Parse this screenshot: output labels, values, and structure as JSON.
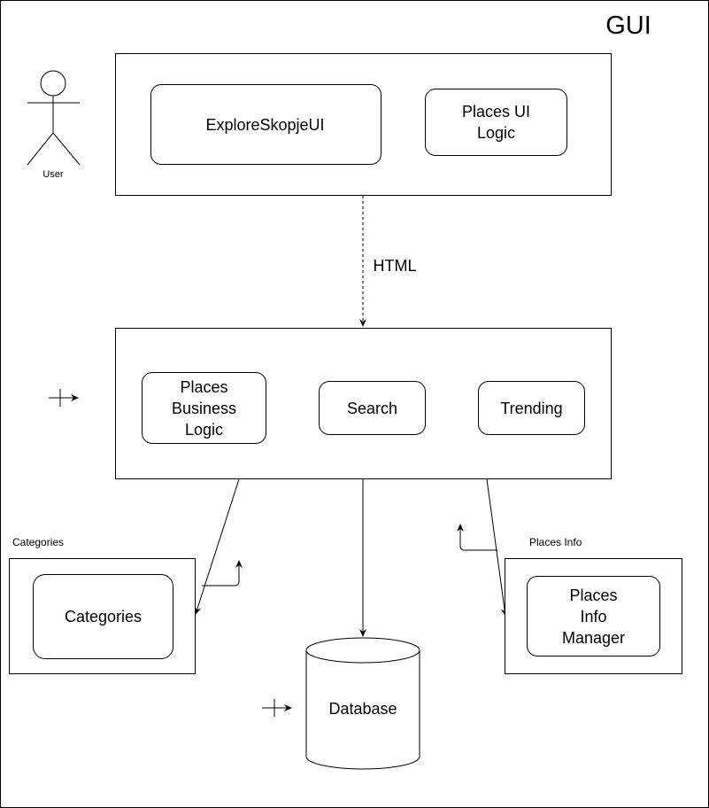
{
  "title": "GUI",
  "actor": {
    "label": "User"
  },
  "gui_layer": {
    "components": [
      {
        "label": "ExploreSkopjeUI"
      },
      {
        "label": "Places UI Logic",
        "lines": [
          "Places UI",
          "Logic"
        ]
      }
    ]
  },
  "connector_label": "HTML",
  "logic_layer": {
    "components": [
      {
        "label": "Places Business Logic",
        "lines": [
          "Places",
          "Business",
          "Logic"
        ]
      },
      {
        "label": "Search"
      },
      {
        "label": "Trending"
      }
    ]
  },
  "categories_package": {
    "title": "Categories",
    "component": "Categories"
  },
  "places_info_package": {
    "title": "Places Info",
    "component": "Places Info Manager",
    "lines": [
      "Places",
      "Info",
      "Manager"
    ]
  },
  "database": {
    "label": "Database"
  }
}
